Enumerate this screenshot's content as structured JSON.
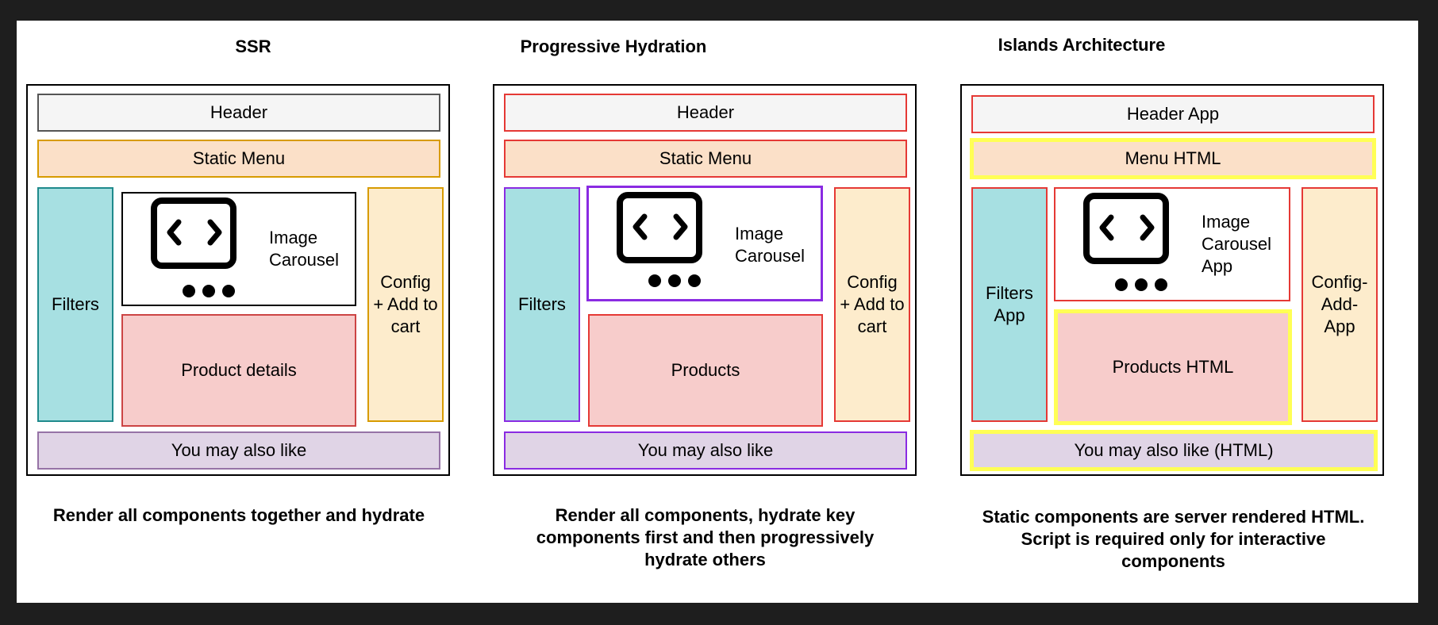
{
  "colors": {
    "header_fill": "#f5f5f5",
    "menu_fill": "#fbe0c8",
    "filters_fill": "#a7e0e2",
    "product_fill": "#f7cccb",
    "config_fill": "#fdeccc",
    "recs_fill": "#e0d4e6",
    "red_border": "#e53935",
    "purple_border": "#8a2be2",
    "yellow_border": "#ffff55",
    "teal_border": "#1f8a8c",
    "orange_border": "#d79b00"
  },
  "icons": [
    "carousel-icon"
  ],
  "panels": [
    {
      "title": "SSR",
      "header": "Header",
      "menu": "Static Menu",
      "filters": "Filters",
      "carousel": "Image\nCarousel",
      "product": "Product details",
      "config": "Config\n+ Add to\ncart",
      "recs": "You may also like",
      "caption": "Render all components together and hydrate"
    },
    {
      "title": "Progressive Hydration",
      "header": "Header",
      "menu": "Static Menu",
      "filters": "Filters",
      "carousel": "Image\nCarousel",
      "product": "Products",
      "config": "Config\n+ Add to\ncart",
      "recs": "You may also like",
      "caption": "Render all components, hydrate key\ncomponents first and then progressively\nhydrate others"
    },
    {
      "title": "Islands Architecture",
      "header": "Header App",
      "menu": "Menu HTML",
      "filters": "Filters\nApp",
      "carousel": "Image\nCarousel\nApp",
      "product": "Products HTML",
      "config": "Config-\nAdd-\nApp",
      "recs": "You may also like (HTML)",
      "caption": "Static components are server rendered HTML.\nScript is required only for interactive\ncomponents"
    }
  ]
}
